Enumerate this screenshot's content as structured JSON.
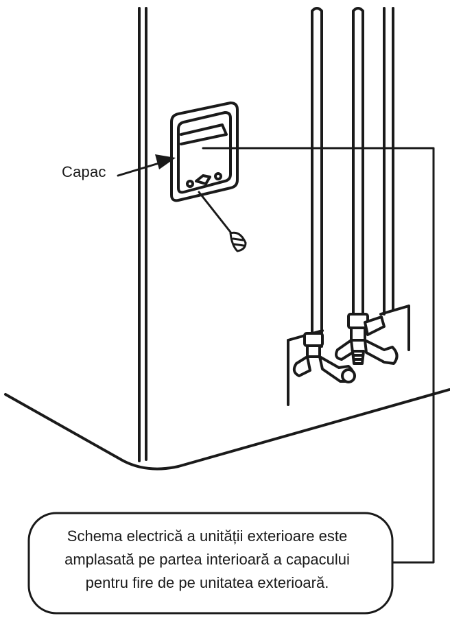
{
  "labels": {
    "cover": "Capac"
  },
  "callout": {
    "lines": [
      "Schema electrică a unității exterioare este",
      "amplasată pe partea interioară a capacului",
      "pentru fire de pe unitatea exterioară."
    ]
  },
  "colors": {
    "stroke": "#1a1a1a",
    "background": "#ffffff"
  }
}
